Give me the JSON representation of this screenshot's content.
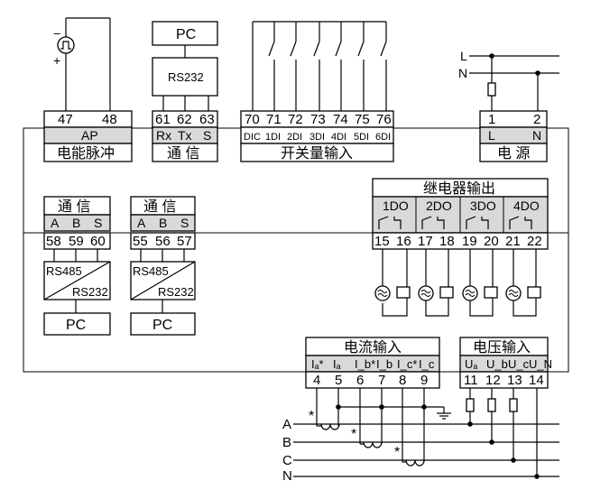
{
  "pulse": {
    "pins": [
      "47",
      "48"
    ],
    "header": "AP",
    "label": "电能脉冲",
    "minus": "−",
    "plus": "+"
  },
  "comm_top": {
    "pc": "PC",
    "rs232": "RS232",
    "pins": [
      "61",
      "62",
      "63"
    ],
    "header": [
      "Rx",
      "Tx",
      "S"
    ],
    "label": "通  信"
  },
  "switch_input": {
    "pins": [
      "70",
      "71",
      "72",
      "73",
      "74",
      "75",
      "76"
    ],
    "header": [
      "DIC",
      "1DI",
      "2DI",
      "3DI",
      "4DI",
      "5DI",
      "6DI"
    ],
    "label": "开关量输入"
  },
  "power": {
    "pins": [
      "1",
      "2"
    ],
    "header": [
      "L",
      "N"
    ],
    "label": "电  源",
    "line_L": "L",
    "line_N": "N"
  },
  "comm1": {
    "label": "通  信",
    "header": [
      "A",
      "B",
      "S"
    ],
    "pins": [
      "58",
      "59",
      "60"
    ],
    "conv_top": "RS485",
    "conv_bottom": "RS232",
    "pc": "PC"
  },
  "comm2": {
    "label": "通  信",
    "header": [
      "A",
      "B",
      "S"
    ],
    "pins": [
      "55",
      "56",
      "57"
    ],
    "conv_top": "RS485",
    "conv_bottom": "RS232",
    "pc": "PC"
  },
  "relay": {
    "label": "继电器输出",
    "outputs": [
      "1DO",
      "2DO",
      "3DO",
      "4DO"
    ],
    "pins": [
      "15",
      "16",
      "17",
      "18",
      "19",
      "20",
      "21",
      "22"
    ]
  },
  "current": {
    "label": "电流输入",
    "header": [
      "Iₐ*",
      "Iₐ",
      "I_b*",
      "I_b",
      "I_c*",
      "I_c"
    ],
    "pins": [
      "4",
      "5",
      "6",
      "7",
      "8",
      "9"
    ]
  },
  "voltage": {
    "label": "电压输入",
    "header": [
      "Uₐ",
      "U_b",
      "U_c",
      "U_N"
    ],
    "pins": [
      "11",
      "12",
      "13",
      "14"
    ]
  },
  "phases": [
    "A",
    "B",
    "C",
    "N"
  ],
  "star": "*"
}
